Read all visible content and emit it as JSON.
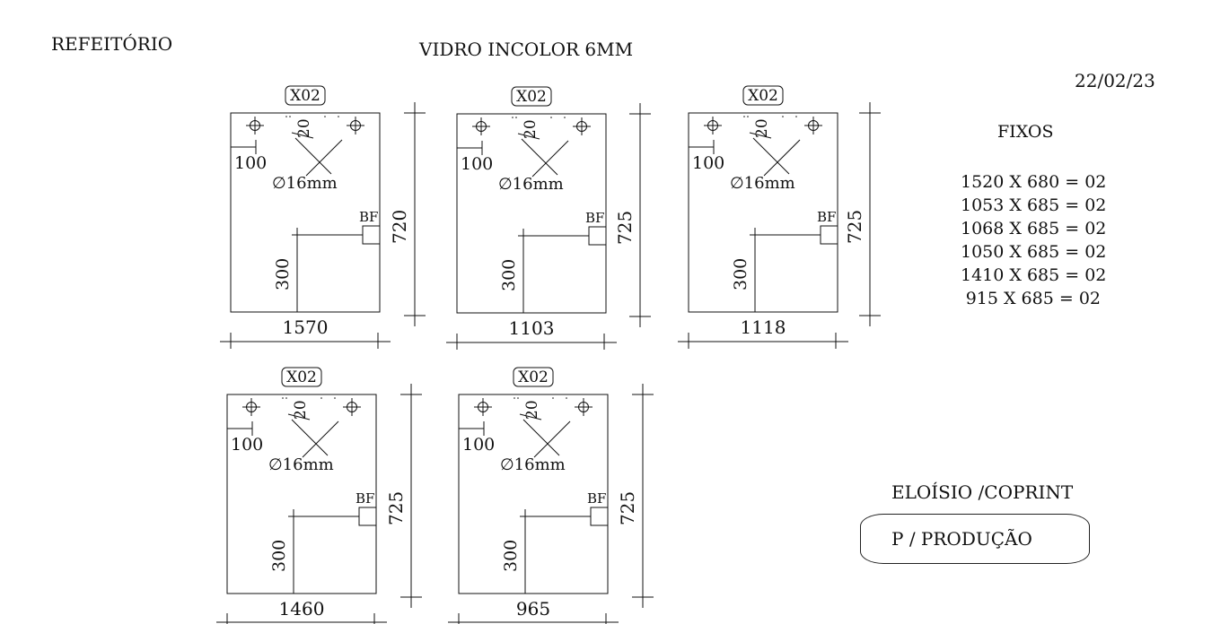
{
  "header": {
    "location": "REFEITÓRIO",
    "material": "VIDRO INCOLOR 6MM",
    "date": "22/02/23"
  },
  "fixos": {
    "heading": "FIXOS",
    "items": [
      "1520 X 680 = 02",
      "1053 X 685 = 02",
      "1068 X 685 = 02",
      "1050 X 685 = 02",
      "1410 X 685 = 02",
      "915 X 685 = 02"
    ]
  },
  "footer": {
    "author": "ELOÍSIO /COPRINT",
    "stamp": "P / PRODUÇÃO"
  },
  "panels": [
    {
      "quantity": "X02",
      "width": "1570",
      "height": "720",
      "hole_offset_top": "20",
      "hole_offset_side": "100",
      "hole_diameter": "∅16mm",
      "bf_label": "BF",
      "bf_height": "300"
    },
    {
      "quantity": "X02",
      "width": "1103",
      "height": "725",
      "hole_offset_top": "20",
      "hole_offset_side": "100",
      "hole_diameter": "∅16mm",
      "bf_label": "BF",
      "bf_height": "300"
    },
    {
      "quantity": "X02",
      "width": "1118",
      "height": "725",
      "hole_offset_top": "20",
      "hole_offset_side": "100",
      "hole_diameter": "∅16mm",
      "bf_label": "BF",
      "bf_height": "300"
    },
    {
      "quantity": "X02",
      "width": "1460",
      "height": "725",
      "hole_offset_top": "20",
      "hole_offset_side": "100",
      "hole_diameter": "∅16mm",
      "bf_label": "BF",
      "bf_height": "300"
    },
    {
      "quantity": "X02",
      "width": "965",
      "height": "725",
      "hole_offset_top": "20",
      "hole_offset_side": "100",
      "hole_diameter": "∅16mm",
      "bf_label": "BF",
      "bf_height": "300"
    }
  ]
}
